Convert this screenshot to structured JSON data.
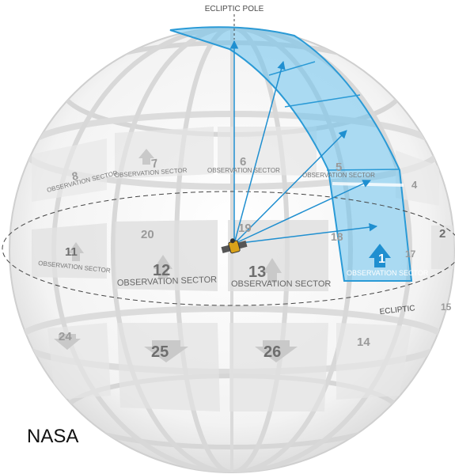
{
  "diagram": {
    "pole_label": "ECLIPTIC POLE",
    "ecliptic_label": "ECLIPTIC",
    "credit": "NASA",
    "sector_text": "OBSERVATION SECTOR",
    "colors": {
      "highlight": "#6cc3ee",
      "highlight_edge": "#2a9ad6",
      "sphere_line": "#cfcfcf",
      "panel": "#dcdcdc",
      "ray": "#1f8fd0"
    },
    "sectors": {
      "s1": "1",
      "s2": "2",
      "s4": "4",
      "s5": "5",
      "s6": "6",
      "s7": "7",
      "s8": "8",
      "s11": "11",
      "s12": "12",
      "s13": "13",
      "s14": "14",
      "s15": "15",
      "s17": "17",
      "s18": "18",
      "s19": "19",
      "s20": "20",
      "s24": "24",
      "s25": "25",
      "s26": "26"
    },
    "icons": [
      "satellite-icon",
      "arrow-up-icon",
      "arrow-down-icon"
    ]
  }
}
